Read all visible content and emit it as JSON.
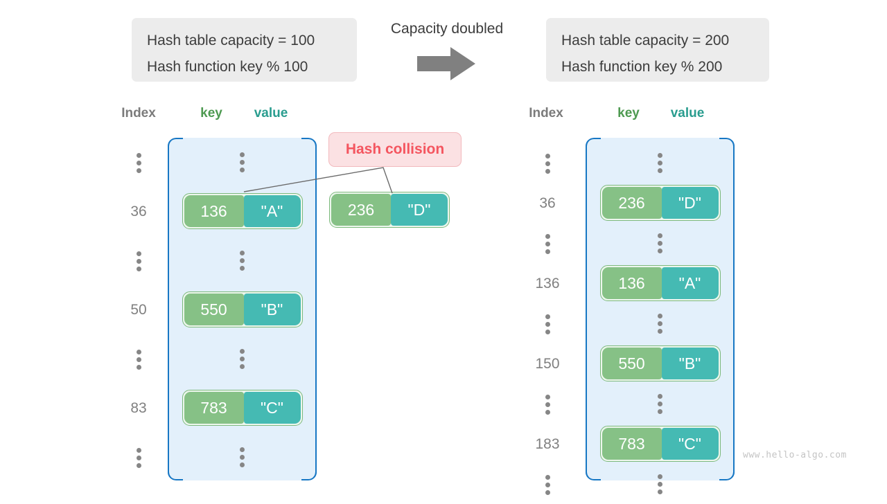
{
  "watermark": "www.hello-algo.com",
  "transition": {
    "label": "Capacity doubled",
    "arrow_icon": "right-arrow-icon",
    "arrow_color": "#808080"
  },
  "colors": {
    "info_box_bg": "#ececec",
    "table_bg": "#e3f0fb",
    "table_border": "#1777c4",
    "key_cell": "#86c186",
    "value_cell": "#45bab3",
    "pair_border": "#7cb97c",
    "collision_bg": "#fbe1e3",
    "collision_text": "#f4555f",
    "index_text": "#808080",
    "key_header": "#4e9a51",
    "value_header": "#2a9d8f"
  },
  "before": {
    "info": {
      "capacity_line": "Hash table capacity = 100",
      "function_line": "Hash function key % 100"
    },
    "headers": {
      "index": "Index",
      "key": "key",
      "value": "value"
    },
    "rows": [
      {
        "type": "ellipsis",
        "index": "",
        "key": "",
        "value": ""
      },
      {
        "type": "entry",
        "index": "36",
        "key": "136",
        "value": "\"A\""
      },
      {
        "type": "ellipsis",
        "index": "",
        "key": "",
        "value": ""
      },
      {
        "type": "entry",
        "index": "50",
        "key": "550",
        "value": "\"B\""
      },
      {
        "type": "ellipsis",
        "index": "",
        "key": "",
        "value": ""
      },
      {
        "type": "entry",
        "index": "83",
        "key": "783",
        "value": "\"C\""
      },
      {
        "type": "ellipsis",
        "index": "",
        "key": "",
        "value": ""
      }
    ],
    "colliding_entry": {
      "key": "236",
      "value": "\"D\""
    },
    "collision_label": "Hash collision"
  },
  "after": {
    "info": {
      "capacity_line": "Hash table capacity = 200",
      "function_line": "Hash function key % 200"
    },
    "headers": {
      "index": "Index",
      "key": "key",
      "value": "value"
    },
    "rows": [
      {
        "type": "ellipsis",
        "index": "",
        "key": "",
        "value": ""
      },
      {
        "type": "entry",
        "index": "36",
        "key": "236",
        "value": "\"D\""
      },
      {
        "type": "ellipsis",
        "index": "",
        "key": "",
        "value": ""
      },
      {
        "type": "entry",
        "index": "136",
        "key": "136",
        "value": "\"A\""
      },
      {
        "type": "ellipsis",
        "index": "",
        "key": "",
        "value": ""
      },
      {
        "type": "entry",
        "index": "150",
        "key": "550",
        "value": "\"B\""
      },
      {
        "type": "ellipsis",
        "index": "",
        "key": "",
        "value": ""
      },
      {
        "type": "entry",
        "index": "183",
        "key": "783",
        "value": "\"C\""
      },
      {
        "type": "ellipsis",
        "index": "",
        "key": "",
        "value": ""
      }
    ]
  }
}
